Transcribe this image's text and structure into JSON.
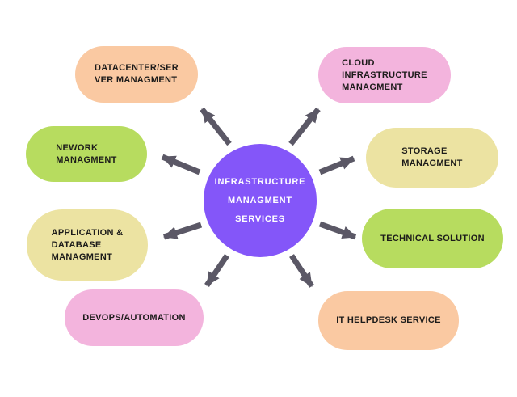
{
  "colors": {
    "background": "#FFFFFF",
    "arrow": "#5B5866",
    "node_text": "#1C1B1A",
    "center_text": "#FFFFFF",
    "purple": "#8456F9",
    "peach": "#FAC9A2",
    "pink": "#F3B4DD",
    "green": "#B7DC5F",
    "khaki": "#ECE3A2"
  },
  "center": {
    "label": "INFRASTRUCTURE\nMANAGMENT\nSERVICES",
    "fill": "#8456F9"
  },
  "nodes": [
    {
      "id": "datacenter-server-managment",
      "label": "DATACENTER/SER\nVER MANAGMENT",
      "fill": "#FAC9A2"
    },
    {
      "id": "cloud-infrastructure-managment",
      "label": "CLOUD\nINFRASTRUCTURE\nMANAGMENT",
      "fill": "#F3B4DD"
    },
    {
      "id": "nework-managment",
      "label": "NEWORK\nMANAGMENT",
      "fill": "#B7DC5F"
    },
    {
      "id": "storage-managment",
      "label": "STORAGE\nMANAGMENT",
      "fill": "#ECE3A2"
    },
    {
      "id": "application-database-managment",
      "label": "APPLICATION &\nDATABASE\nMANAGMENT",
      "fill": "#ECE3A2"
    },
    {
      "id": "technical-solution",
      "label": "TECHNICAL SOLUTION",
      "fill": "#B7DC5F"
    },
    {
      "id": "devops-automation",
      "label": "DEVOPS/AUTOMATION",
      "fill": "#F3B4DD"
    },
    {
      "id": "it-helpdesk-service",
      "label": "IT HELPDESK SERVICE",
      "fill": "#FAC9A2"
    }
  ],
  "arrows": {
    "color": "#5B5866",
    "count": 8,
    "directions": [
      "up-left",
      "up-right",
      "left-up",
      "right-up",
      "left-down",
      "right-down",
      "down-left",
      "down-right"
    ]
  }
}
